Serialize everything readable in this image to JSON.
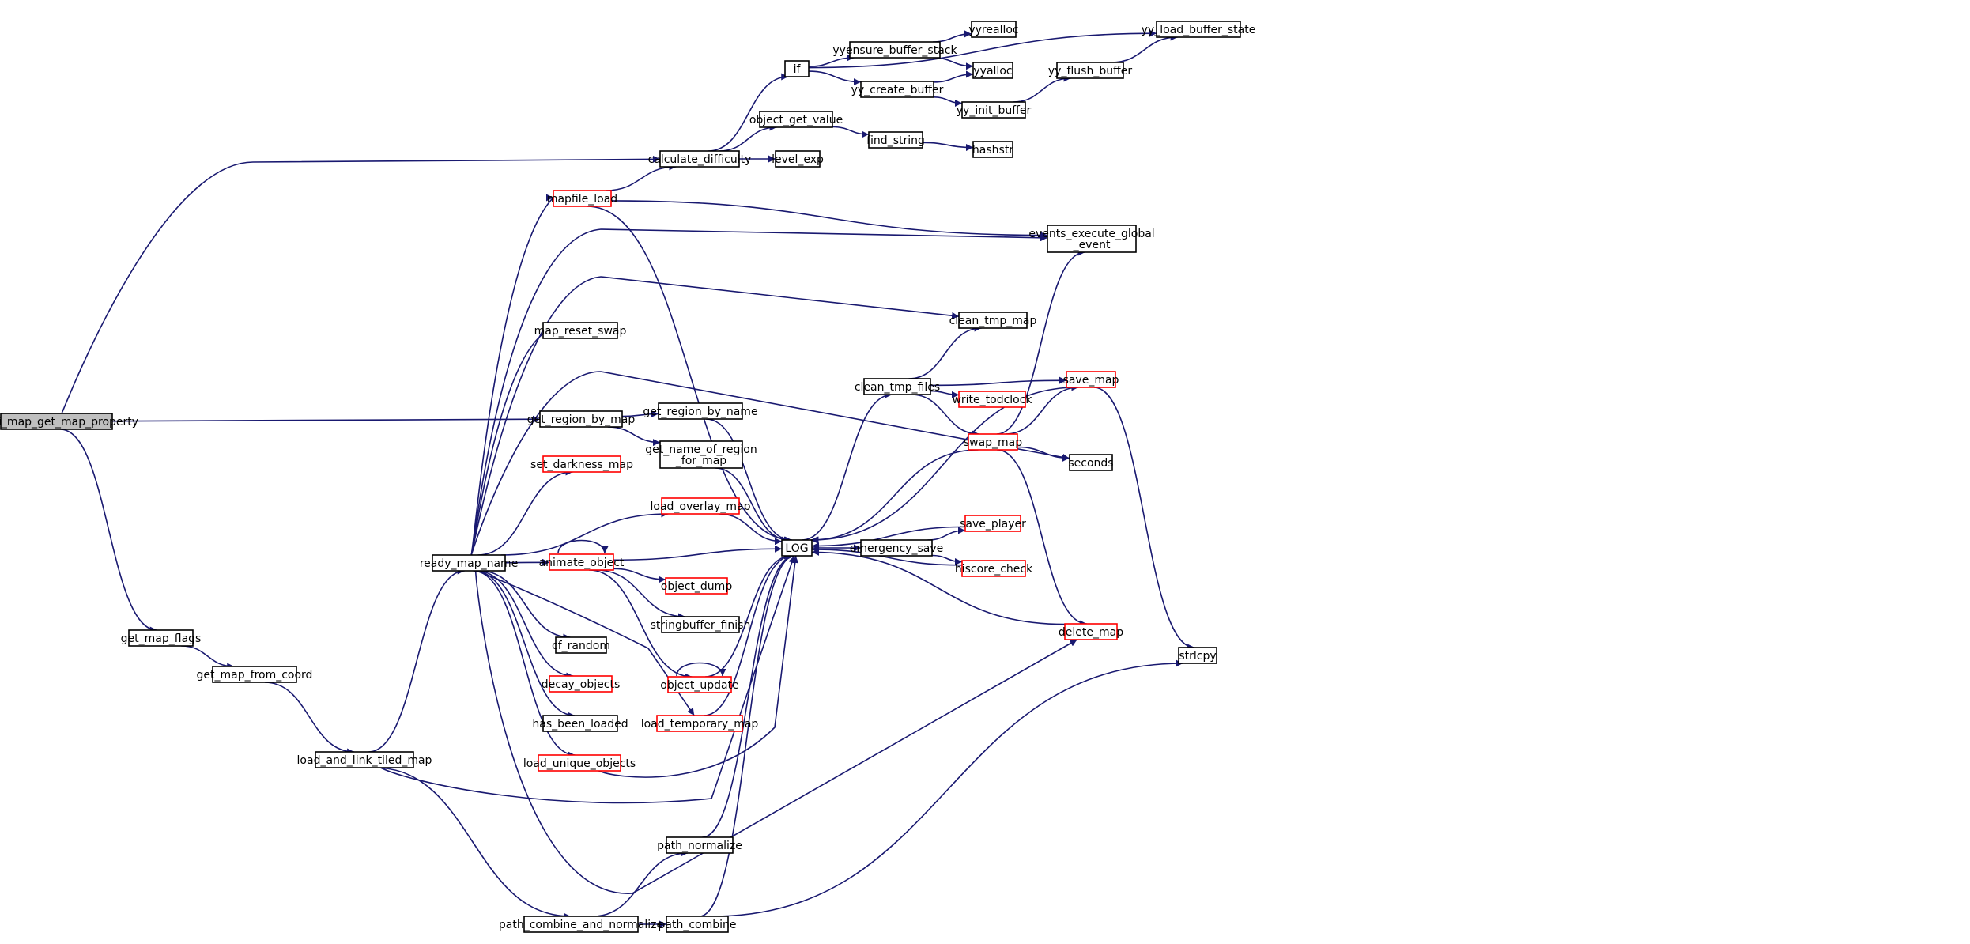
{
  "colors": {
    "edge": "#191970",
    "node_border_default": "#000000",
    "node_border_truncated": "#ff0000",
    "node_fill_default": "#ffffff",
    "node_fill_root": "#bfbfbf"
  },
  "nodes": [
    {
      "id": "cfapi_map_get_map_property",
      "lines": [
        "cfapi_map_get_map_property"
      ],
      "style": "root"
    },
    {
      "id": "get_map_flags",
      "lines": [
        "get_map_flags"
      ],
      "style": "normal"
    },
    {
      "id": "get_map_from_coord",
      "lines": [
        "get_map_from_coord"
      ],
      "style": "normal"
    },
    {
      "id": "load_and_link_tiled_map",
      "lines": [
        "load_and_link_tiled_map"
      ],
      "style": "normal"
    },
    {
      "id": "ready_map_name",
      "lines": [
        "ready_map_name"
      ],
      "style": "normal"
    },
    {
      "id": "path_combine_and_normalize",
      "lines": [
        "path_combine_and_normalize"
      ],
      "style": "normal"
    },
    {
      "id": "mapfile_load",
      "lines": [
        "mapfile_load"
      ],
      "style": "truncated"
    },
    {
      "id": "map_reset_swap",
      "lines": [
        "map_reset_swap"
      ],
      "style": "normal"
    },
    {
      "id": "get_region_by_map",
      "lines": [
        "get_region_by_map"
      ],
      "style": "normal"
    },
    {
      "id": "set_darkness_map",
      "lines": [
        "set_darkness_map"
      ],
      "style": "truncated"
    },
    {
      "id": "animate_object",
      "lines": [
        "animate_object"
      ],
      "style": "truncated"
    },
    {
      "id": "cf_random",
      "lines": [
        "cf_random"
      ],
      "style": "normal"
    },
    {
      "id": "decay_objects",
      "lines": [
        "decay_objects"
      ],
      "style": "truncated"
    },
    {
      "id": "has_been_loaded",
      "lines": [
        "has_been_loaded"
      ],
      "style": "normal"
    },
    {
      "id": "load_unique_objects",
      "lines": [
        "load_unique_objects"
      ],
      "style": "truncated"
    },
    {
      "id": "calculate_difficulty",
      "lines": [
        "calculate_difficulty"
      ],
      "style": "normal"
    },
    {
      "id": "get_region_by_name",
      "lines": [
        "get_region_by_name"
      ],
      "style": "normal"
    },
    {
      "id": "get_name_of_region_for_map",
      "lines": [
        "get_name_of_region",
        "_for_map"
      ],
      "style": "normal"
    },
    {
      "id": "load_overlay_map",
      "lines": [
        "load_overlay_map"
      ],
      "style": "truncated"
    },
    {
      "id": "object_dump",
      "lines": [
        "object_dump"
      ],
      "style": "truncated"
    },
    {
      "id": "stringbuffer_finish",
      "lines": [
        "stringbuffer_finish"
      ],
      "style": "normal"
    },
    {
      "id": "object_update",
      "lines": [
        "object_update"
      ],
      "style": "truncated"
    },
    {
      "id": "load_temporary_map",
      "lines": [
        "load_temporary_map"
      ],
      "style": "truncated"
    },
    {
      "id": "path_normalize",
      "lines": [
        "path_normalize"
      ],
      "style": "normal"
    },
    {
      "id": "path_combine",
      "lines": [
        "path_combine"
      ],
      "style": "normal"
    },
    {
      "id": "if",
      "lines": [
        "if"
      ],
      "style": "normal"
    },
    {
      "id": "object_get_value",
      "lines": [
        "object_get_value"
      ],
      "style": "normal"
    },
    {
      "id": "level_exp",
      "lines": [
        "level_exp"
      ],
      "style": "normal"
    },
    {
      "id": "LOG",
      "lines": [
        "LOG"
      ],
      "style": "normal"
    },
    {
      "id": "yyensure_buffer_stack",
      "lines": [
        "yyensure_buffer_stack"
      ],
      "style": "normal"
    },
    {
      "id": "yy_create_buffer",
      "lines": [
        "yy_create_buffer"
      ],
      "style": "normal"
    },
    {
      "id": "find_string",
      "lines": [
        "find_string"
      ],
      "style": "normal"
    },
    {
      "id": "clean_tmp_files",
      "lines": [
        "clean_tmp_files"
      ],
      "style": "normal"
    },
    {
      "id": "emergency_save",
      "lines": [
        "emergency_save"
      ],
      "style": "normal"
    },
    {
      "id": "yyrealloc",
      "lines": [
        "yyrealloc"
      ],
      "style": "normal"
    },
    {
      "id": "yyalloc",
      "lines": [
        "yyalloc"
      ],
      "style": "normal"
    },
    {
      "id": "yy_init_buffer",
      "lines": [
        "yy_init_buffer"
      ],
      "style": "normal"
    },
    {
      "id": "hashstr",
      "lines": [
        "hashstr"
      ],
      "style": "normal"
    },
    {
      "id": "clean_tmp_map",
      "lines": [
        "clean_tmp_map"
      ],
      "style": "normal"
    },
    {
      "id": "write_todclock",
      "lines": [
        "write_todclock"
      ],
      "style": "truncated"
    },
    {
      "id": "swap_map",
      "lines": [
        "swap_map"
      ],
      "style": "truncated"
    },
    {
      "id": "save_player",
      "lines": [
        "save_player"
      ],
      "style": "truncated"
    },
    {
      "id": "hiscore_check",
      "lines": [
        "hiscore_check"
      ],
      "style": "truncated"
    },
    {
      "id": "delete_map",
      "lines": [
        "delete_map"
      ],
      "style": "truncated"
    },
    {
      "id": "yy_flush_buffer",
      "lines": [
        "yy_flush_buffer"
      ],
      "style": "normal"
    },
    {
      "id": "save_map",
      "lines": [
        "save_map"
      ],
      "style": "truncated"
    },
    {
      "id": "seconds",
      "lines": [
        "seconds"
      ],
      "style": "normal"
    },
    {
      "id": "events_execute_global_event",
      "lines": [
        "events_execute_global",
        "_event"
      ],
      "style": "normal"
    },
    {
      "id": "yy_load_buffer_state",
      "lines": [
        "yy_load_buffer_state"
      ],
      "style": "normal"
    },
    {
      "id": "strlcpy",
      "lines": [
        "strlcpy"
      ],
      "style": "normal"
    }
  ],
  "edges": [
    {
      "from": "cfapi_map_get_map_property",
      "to": "calculate_difficulty"
    },
    {
      "from": "cfapi_map_get_map_property",
      "to": "get_region_by_map"
    },
    {
      "from": "cfapi_map_get_map_property",
      "to": "get_map_flags"
    },
    {
      "from": "get_map_flags",
      "to": "get_map_from_coord"
    },
    {
      "from": "get_map_from_coord",
      "to": "load_and_link_tiled_map"
    },
    {
      "from": "load_and_link_tiled_map",
      "to": "ready_map_name"
    },
    {
      "from": "load_and_link_tiled_map",
      "to": "LOG"
    },
    {
      "from": "load_and_link_tiled_map",
      "to": "path_combine_and_normalize"
    },
    {
      "from": "ready_map_name",
      "to": "mapfile_load"
    },
    {
      "from": "ready_map_name",
      "to": "events_execute_global_event"
    },
    {
      "from": "ready_map_name",
      "to": "clean_tmp_map"
    },
    {
      "from": "ready_map_name",
      "to": "map_reset_swap"
    },
    {
      "from": "ready_map_name",
      "to": "seconds"
    },
    {
      "from": "ready_map_name",
      "to": "set_darkness_map"
    },
    {
      "from": "ready_map_name",
      "to": "load_overlay_map"
    },
    {
      "from": "ready_map_name",
      "to": "animate_object"
    },
    {
      "from": "ready_map_name",
      "to": "cf_random"
    },
    {
      "from": "ready_map_name",
      "to": "decay_objects"
    },
    {
      "from": "ready_map_name",
      "to": "has_been_loaded"
    },
    {
      "from": "ready_map_name",
      "to": "load_unique_objects"
    },
    {
      "from": "ready_map_name",
      "to": "load_temporary_map"
    },
    {
      "from": "ready_map_name",
      "to": "delete_map"
    },
    {
      "from": "mapfile_load",
      "to": "calculate_difficulty"
    },
    {
      "from": "mapfile_load",
      "to": "events_execute_global_event"
    },
    {
      "from": "mapfile_load",
      "to": "LOG"
    },
    {
      "from": "get_region_by_map",
      "to": "get_region_by_name"
    },
    {
      "from": "get_region_by_map",
      "to": "get_name_of_region_for_map"
    },
    {
      "from": "get_region_by_name",
      "to": "LOG"
    },
    {
      "from": "get_name_of_region_for_map",
      "to": "LOG"
    },
    {
      "from": "load_overlay_map",
      "to": "LOG"
    },
    {
      "from": "animate_object",
      "to": "animate_object"
    },
    {
      "from": "animate_object",
      "to": "LOG"
    },
    {
      "from": "animate_object",
      "to": "object_dump"
    },
    {
      "from": "animate_object",
      "to": "stringbuffer_finish"
    },
    {
      "from": "animate_object",
      "to": "object_update"
    },
    {
      "from": "object_update",
      "to": "object_update"
    },
    {
      "from": "object_update",
      "to": "LOG"
    },
    {
      "from": "load_temporary_map",
      "to": "LOG"
    },
    {
      "from": "load_unique_objects",
      "to": "LOG"
    },
    {
      "from": "path_combine_and_normalize",
      "to": "path_normalize"
    },
    {
      "from": "path_combine_and_normalize",
      "to": "path_combine"
    },
    {
      "from": "path_normalize",
      "to": "LOG"
    },
    {
      "from": "path_combine",
      "to": "LOG"
    },
    {
      "from": "path_combine",
      "to": "strlcpy"
    },
    {
      "from": "calculate_difficulty",
      "to": "if"
    },
    {
      "from": "calculate_difficulty",
      "to": "object_get_value"
    },
    {
      "from": "calculate_difficulty",
      "to": "level_exp"
    },
    {
      "from": "if",
      "to": "yy_load_buffer_state"
    },
    {
      "from": "if",
      "to": "yyensure_buffer_stack"
    },
    {
      "from": "if",
      "to": "yy_create_buffer"
    },
    {
      "from": "yyensure_buffer_stack",
      "to": "yyrealloc"
    },
    {
      "from": "yyensure_buffer_stack",
      "to": "yyalloc"
    },
    {
      "from": "yy_create_buffer",
      "to": "yyalloc"
    },
    {
      "from": "yy_create_buffer",
      "to": "yy_init_buffer"
    },
    {
      "from": "yy_init_buffer",
      "to": "yy_flush_buffer"
    },
    {
      "from": "yy_flush_buffer",
      "to": "yy_load_buffer_state"
    },
    {
      "from": "object_get_value",
      "to": "find_string"
    },
    {
      "from": "find_string",
      "to": "hashstr"
    },
    {
      "from": "LOG",
      "to": "clean_tmp_files"
    },
    {
      "from": "LOG",
      "to": "emergency_save"
    },
    {
      "from": "clean_tmp_files",
      "to": "clean_tmp_map"
    },
    {
      "from": "clean_tmp_files",
      "to": "save_map"
    },
    {
      "from": "clean_tmp_files",
      "to": "write_todclock"
    },
    {
      "from": "clean_tmp_files",
      "to": "swap_map"
    },
    {
      "from": "swap_map",
      "to": "LOG"
    },
    {
      "from": "swap_map",
      "to": "events_execute_global_event"
    },
    {
      "from": "swap_map",
      "to": "save_map"
    },
    {
      "from": "swap_map",
      "to": "seconds"
    },
    {
      "from": "swap_map",
      "to": "delete_map"
    },
    {
      "from": "save_map",
      "to": "LOG"
    },
    {
      "from": "save_map",
      "to": "strlcpy"
    },
    {
      "from": "emergency_save",
      "to": "save_player"
    },
    {
      "from": "emergency_save",
      "to": "hiscore_check"
    },
    {
      "from": "save_player",
      "to": "LOG"
    },
    {
      "from": "hiscore_check",
      "to": "LOG"
    },
    {
      "from": "delete_map",
      "to": "LOG"
    }
  ]
}
